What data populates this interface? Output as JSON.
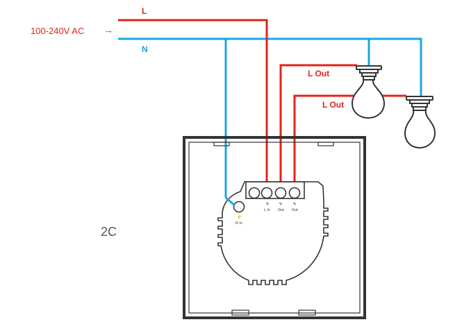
{
  "diagram": {
    "supply_label": "100-240V AC",
    "supply_arrow": "→",
    "live_label": "L",
    "neutral_label": "N",
    "lout_label_1": "L Out",
    "lout_label_2": "L Out",
    "model_label": "2C",
    "terminal_labels": [
      "L In",
      "Out",
      "Out"
    ],
    "neutral_terminal_label": "N In",
    "colors": {
      "live": "#e2231a",
      "neutral": "#1aa6dc",
      "device": "#333333"
    }
  }
}
